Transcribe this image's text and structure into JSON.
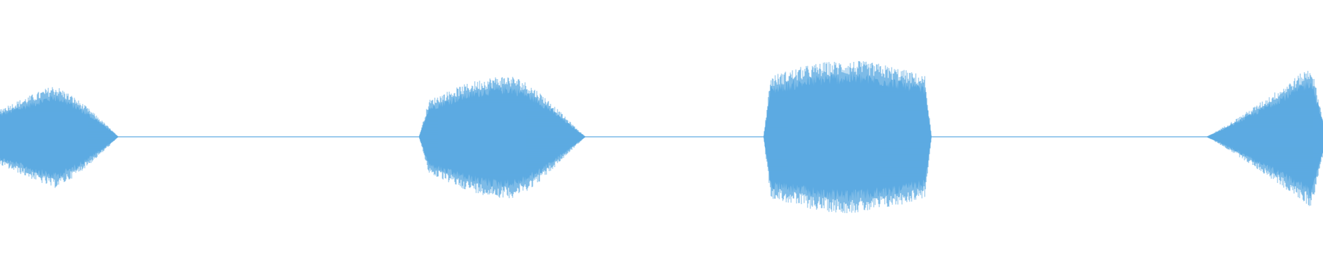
{
  "waveform": {
    "color": "#5dabe2",
    "background": "#ffffff",
    "amplitude_scale": 1.0,
    "bursts": [
      {
        "peak_amplitude": 0.42,
        "shape": "diamond"
      },
      {
        "peak_amplitude": 0.5,
        "shape": "rounded"
      },
      {
        "peak_amplitude": 0.62,
        "shape": "plateau"
      },
      {
        "peak_amplitude": 0.58,
        "shape": "rising"
      }
    ]
  }
}
